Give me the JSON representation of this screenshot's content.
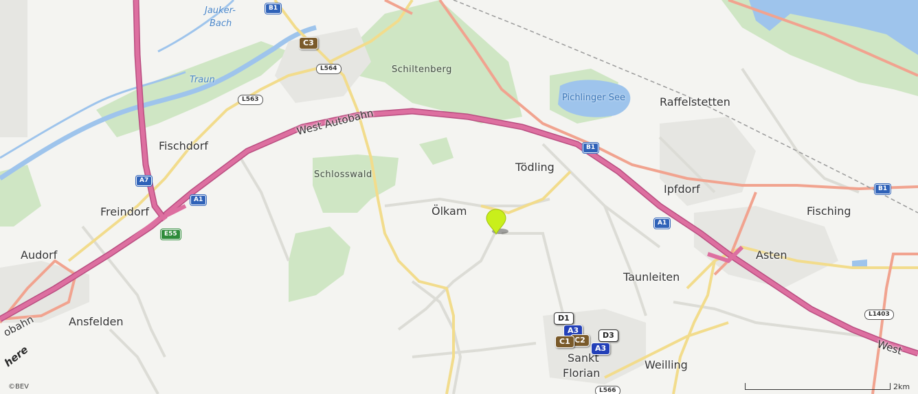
{
  "map": {
    "provider_logo": "here",
    "copyright": "©BEV",
    "scale_label": "2km",
    "colors": {
      "background": "#f4f4f1",
      "forest": "#cfe6c4",
      "water": "#9ec4ec",
      "motorway": "#dd6fa0",
      "primary_road": "#f1a38f",
      "secondary_road": "#f2dc8c",
      "minor_road": "#ffffff",
      "pin": "#c9ef1b"
    }
  },
  "places": {
    "fischdorf": "Fischdorf",
    "freindorf": "Freindorf",
    "audorf": "Audorf",
    "ansfelden": "Ansfelden",
    "schiltenberg": "Schiltenberg",
    "schlosswald": "Schlosswald",
    "toedling": "Tödling",
    "oelkam": "Ölkam",
    "raffelstetten": "Raffelstetten",
    "ipfdorf": "Ipfdorf",
    "fisching": "Fisching",
    "asten": "Asten",
    "taunleiten": "Taunleiten",
    "weilling": "Weilling",
    "sankt": "Sankt",
    "florian": "Florian"
  },
  "water": {
    "jauker_1": "Jauker-",
    "jauker_2": "Bach",
    "traun": "Traun",
    "pichlinger_see": "Pichlinger See"
  },
  "roads": {
    "west_autobahn": "West Autobahn",
    "west_partial": "West",
    "autobahn_partial": "obahn"
  },
  "shields": {
    "b1_top": "B1",
    "b1_mid": "B1",
    "b1_right": "B1",
    "a7": "A7",
    "a1_left": "A1",
    "a1_right": "A1",
    "e55": "E55",
    "l564": "L564",
    "l563": "L563",
    "l1403": "L1403",
    "l566": "L566"
  },
  "markers": {
    "c3": "C3",
    "d1": "D1",
    "c1": "C1",
    "c2": "C2",
    "d3": "D3",
    "a3_top": "A3",
    "a3": "A3"
  }
}
